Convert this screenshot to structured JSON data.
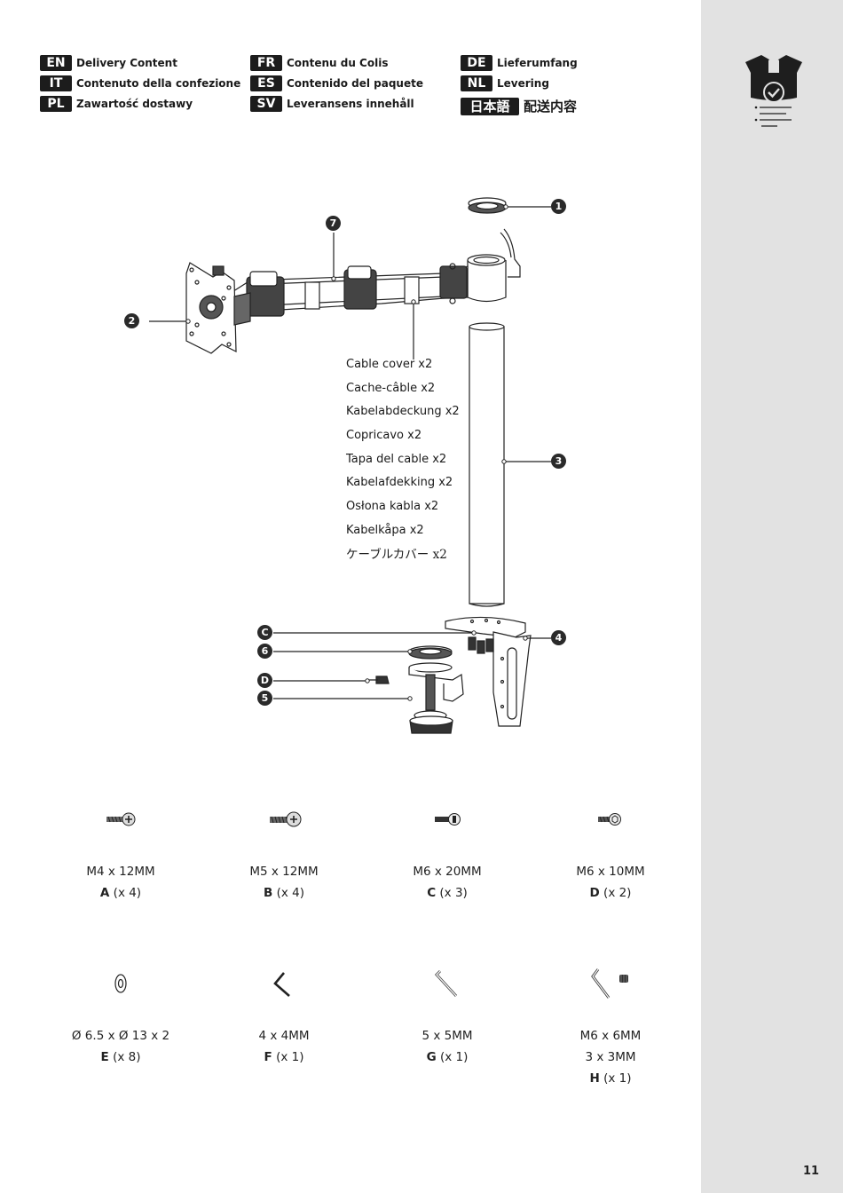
{
  "languages": [
    {
      "code": "EN",
      "label": "Delivery Content"
    },
    {
      "code": "FR",
      "label": "Contenu du Colis"
    },
    {
      "code": "DE",
      "label": "Lieferumfang"
    },
    {
      "code": "IT",
      "label": "Contenuto della confezione"
    },
    {
      "code": "ES",
      "label": "Contenido del paquete"
    },
    {
      "code": "NL",
      "label": "Levering"
    },
    {
      "code": "PL",
      "label": "Zawartość dostawy"
    },
    {
      "code": "SV",
      "label": "Leveransens innehåll"
    },
    {
      "code": "日本語",
      "label": "配送内容"
    }
  ],
  "callouts": {
    "c1": "1",
    "c2": "2",
    "c3": "3",
    "c4": "4",
    "c5": "5",
    "c6": "6",
    "c7": "7",
    "cC": "C",
    "cD": "D"
  },
  "cable_cover": [
    "Cable cover x2",
    "Cache-câble x2",
    "Kabelabdeckung x2",
    "Copricavo x2",
    "Tapa del cable x2",
    "Kabelafdekking x2",
    "Osłona kabla x2",
    "Kabelkåpa x2",
    "ケーブルカバー x2"
  ],
  "hardware": [
    {
      "spec": "M4 x 12MM",
      "letter": "A",
      "qty": "(x 4)",
      "icon": "screw-icon"
    },
    {
      "spec": "M5 x 12MM",
      "letter": "B",
      "qty": "(x 4)",
      "icon": "screw-icon"
    },
    {
      "spec": "M6 x 20MM",
      "letter": "C",
      "qty": "(x 3)",
      "icon": "bolt-icon"
    },
    {
      "spec": "M6 x 10MM",
      "letter": "D",
      "qty": "(x 2)",
      "icon": "bolt-icon"
    },
    {
      "spec": "Ø 6.5 x Ø 13 x 2",
      "letter": "E",
      "qty": "(x 8)",
      "icon": "washer-icon"
    },
    {
      "spec": "4 x 4MM",
      "letter": "F",
      "qty": "(x 1)",
      "icon": "hex-key-icon"
    },
    {
      "spec": "5 x 5MM",
      "letter": "G",
      "qty": "(x 1)",
      "icon": "hex-key-icon"
    },
    {
      "spec": "M6 x 6MM",
      "spec2": "3 x 3MM",
      "letter": "H",
      "qty": "(x 1)",
      "icon": "hex-key-set-screw-icon"
    }
  ],
  "page_number": "11",
  "colors": {
    "sidebar": "#e2e2e2",
    "badge": "#2a2a2a",
    "ink": "#1a1a1a"
  }
}
